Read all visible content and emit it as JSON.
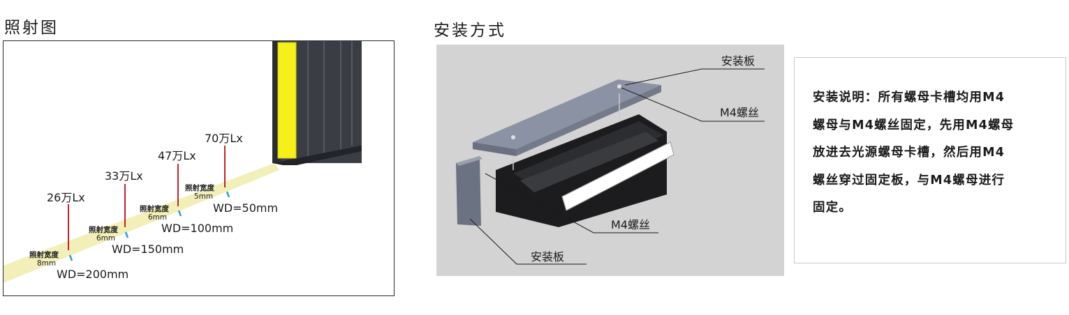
{
  "left": {
    "heading": "照射图",
    "levels": [
      {
        "lux": "70万Lx",
        "width_label": "照射宽度",
        "width_value": "5mm",
        "wd": "WD=50mm"
      },
      {
        "lux": "47万Lx",
        "width_label": "照射宽度",
        "width_value": "6mm",
        "wd": "WD=100mm"
      },
      {
        "lux": "33万Lx",
        "width_label": "照射宽度",
        "width_value": "6mm",
        "wd": "WD=150mm"
      },
      {
        "lux": "26万Lx",
        "width_label": "照射宽度",
        "width_value": "8mm",
        "wd": "WD=200mm"
      }
    ]
  },
  "right": {
    "heading": "安装方式",
    "callouts": {
      "top_plate": "安装板",
      "top_screw": "M4螺丝",
      "bottom_screw": "M4螺丝",
      "bottom_plate": "安装板"
    },
    "note_lines": [
      "安装说明：所有螺母卡槽均用M4",
      "螺母与M4螺丝固定，先用M4螺母",
      "放进去光源螺母卡槽，然后用M4",
      "螺丝穿过固定板，与M4螺母进行",
      "固定。"
    ]
  },
  "colors": {
    "beam": "#f2f0b8",
    "lux_line": "#c8202a",
    "wd_tick": "#2b9be0",
    "emitter": "#f5ef1a",
    "housing": "#3a3d44",
    "panel_bg": "#d3d3d3"
  }
}
